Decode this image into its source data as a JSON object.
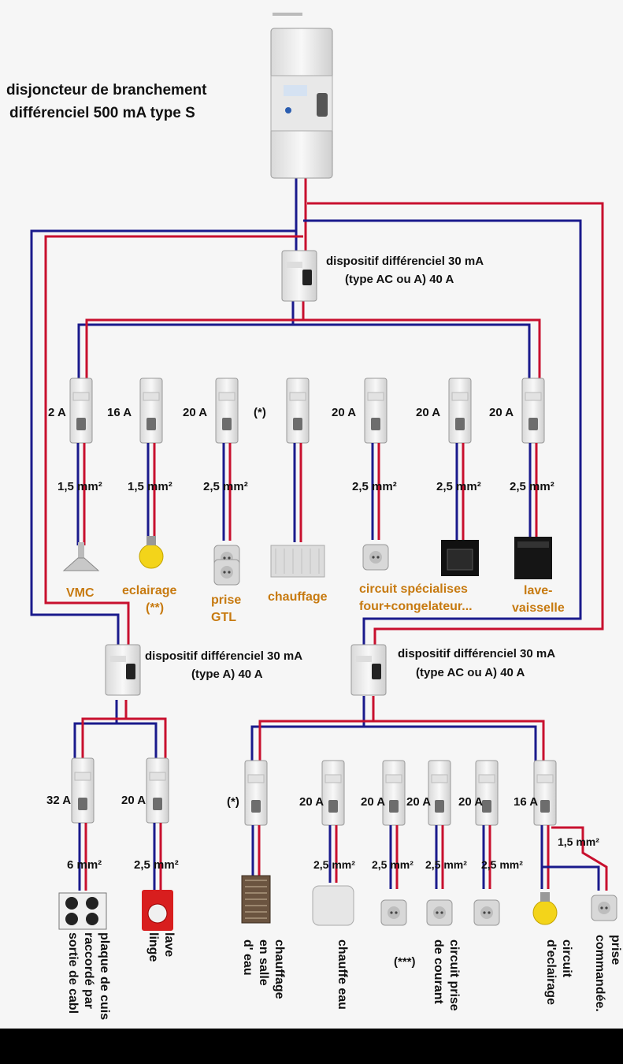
{
  "main_breaker": {
    "title_line1": "disjoncteur de branchement",
    "title_line2": "différenciel 500 mA type S"
  },
  "rcd1": {
    "line1": "dispositif différenciel 30 mA",
    "line2": "(type AC ou A) 40 A"
  },
  "rcd2": {
    "line1": "dispositif différenciel 30 mA",
    "line2": "(type A) 40 A"
  },
  "rcd3": {
    "line1": "dispositif différenciel 30 mA",
    "line2": "(type AC ou A) 40 A"
  },
  "group1": [
    {
      "rating": "2 A",
      "section": "1,5 mm²",
      "label": [
        "VMC"
      ],
      "label_color": "orange",
      "appliance": "hood-icon"
    },
    {
      "rating": "16 A",
      "section": "1,5 mm²",
      "label": [
        "eclairage",
        "(**)"
      ],
      "label_color": "orange",
      "appliance": "bulb-icon"
    },
    {
      "rating": "20 A",
      "section": "2,5 mm²",
      "label": [
        "prise",
        "GTL"
      ],
      "label_color": "orange",
      "appliance": "socket-icon"
    },
    {
      "rating": "(*)",
      "section": "",
      "label": [
        "chauffage"
      ],
      "label_color": "orange",
      "appliance": "radiator-icon"
    },
    {
      "rating": "20 A",
      "section": "2,5 mm²",
      "label": [
        "circuit spécialises",
        "four+congelateur..."
      ],
      "label_color": "orange",
      "appliance": "socket-icon"
    },
    {
      "rating": "20 A",
      "section": "2,5 mm²",
      "label": [],
      "label_color": "orange",
      "appliance": "oven-icon"
    },
    {
      "rating": "20 A",
      "section": "2,5 mm²",
      "label": [
        "lave-",
        "vaisselle"
      ],
      "label_color": "orange",
      "appliance": "dishwasher-icon"
    }
  ],
  "group2": [
    {
      "rating": "32 A",
      "section": "6 mm²",
      "label": [
        "plaque de cuis",
        "raccordé par",
        "sortie de cabl"
      ],
      "appliance": "cooktop-icon"
    },
    {
      "rating": "20 A",
      "section": "2,5 mm²",
      "label": [
        "lave",
        "linge"
      ],
      "appliance": "washing-machine-icon"
    }
  ],
  "group3": [
    {
      "rating": "(*)",
      "section": "",
      "label": [
        "chauffage",
        "en salle",
        "d' eau"
      ],
      "appliance": "towel-radiator-icon"
    },
    {
      "rating": "20 A",
      "section": "2,5 mm²",
      "label": [
        "chauffe eau"
      ],
      "appliance": "water-heater-icon"
    },
    {
      "rating": "20 A",
      "section": "2,5 mm²",
      "label": [
        "(***)"
      ],
      "appliance": "socket-icon"
    },
    {
      "rating": "20 A",
      "section": "2,5 mm²",
      "label": [
        "circuit prise",
        "de courant"
      ],
      "appliance": "socket-icon"
    },
    {
      "rating": "20 A",
      "section": "2,5 mm²",
      "label": [],
      "appliance": "socket-icon"
    },
    {
      "rating": "16 A",
      "section": "",
      "label": [
        "circuit",
        "d'eclairage"
      ],
      "appliance": "bulb-icon"
    }
  ],
  "extra": {
    "section": "1,5 mm²",
    "label": [
      "prise",
      "commandée."
    ]
  },
  "colors": {
    "phase": "#c8102e",
    "neutral": "#1a1a8c",
    "label_orange": "#c77a10"
  }
}
